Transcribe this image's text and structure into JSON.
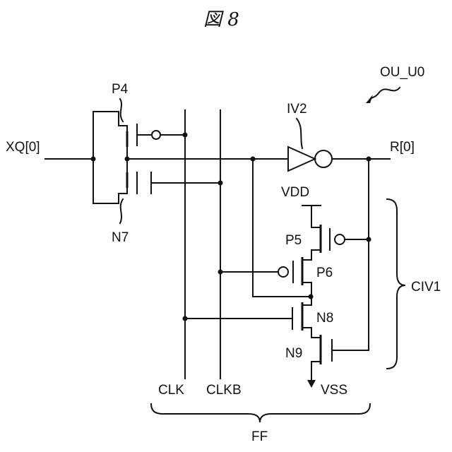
{
  "figure": {
    "title": "図 8"
  },
  "labels": {
    "module": "OU_U0",
    "input": "XQ[0]",
    "output": "R[0]",
    "p4": "P4",
    "n7": "N7",
    "iv2": "IV2",
    "vdd": "VDD",
    "p5": "P5",
    "p6": "P6",
    "n8": "N8",
    "n9": "N9",
    "vss": "VSS",
    "clk": "CLK",
    "clkb": "CLKB",
    "civ": "CIV1",
    "ff": "FF"
  }
}
